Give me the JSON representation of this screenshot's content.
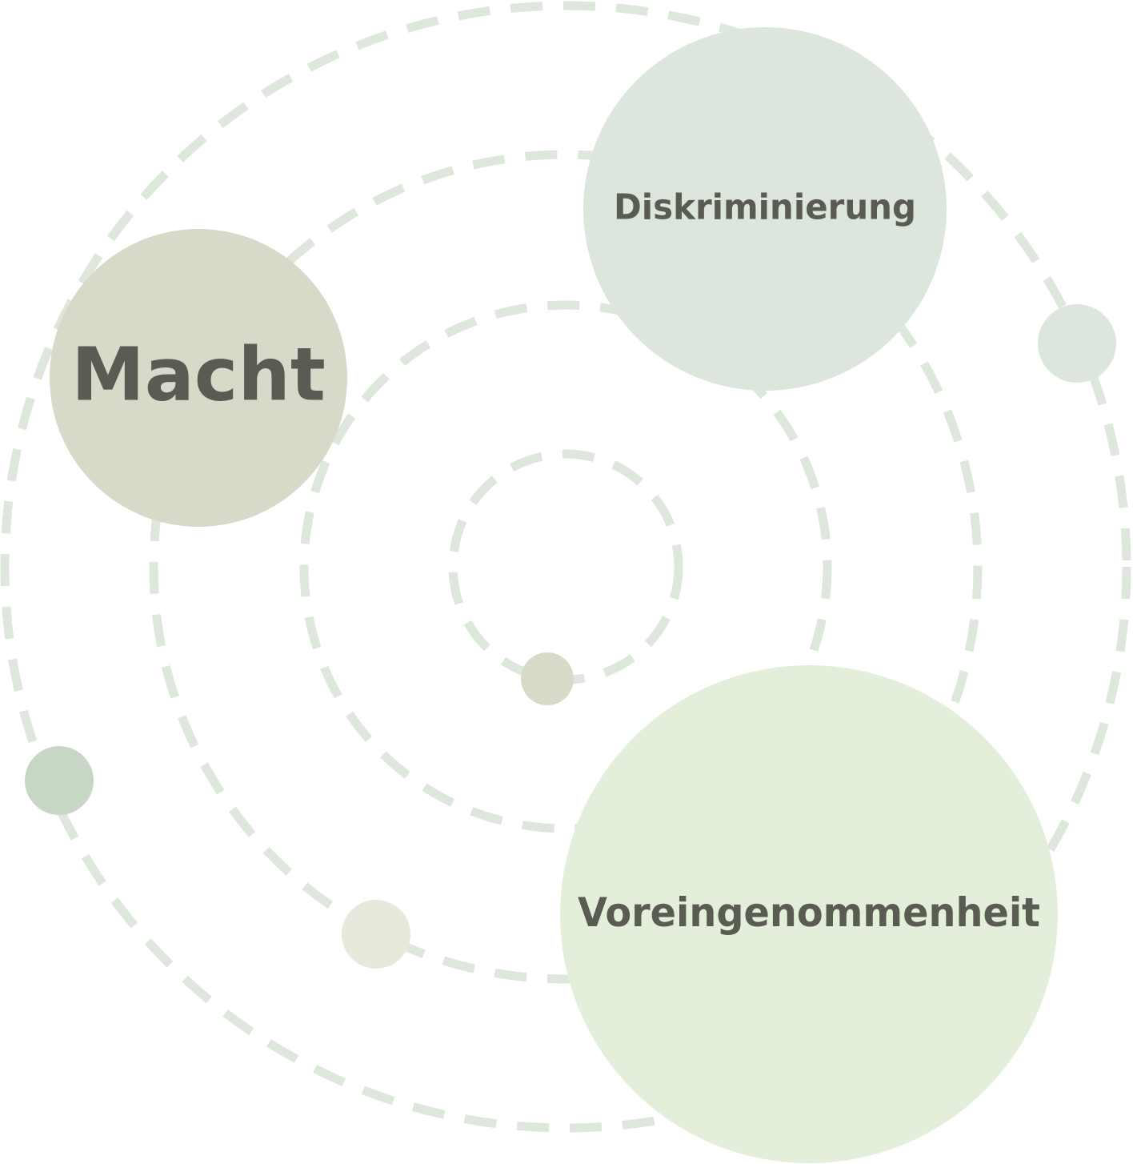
{
  "colors": {
    "background": "#ffffff",
    "orbit": "#dde7db",
    "text": "#5a5b53",
    "macht": "#d8d9c8",
    "diskriminierung": "#dde6dc",
    "voreingenommenheit": "#e3efda",
    "dot_right": "#dde6dc",
    "dot_center": "#d8d9c8",
    "dot_left": "#c8d6c6",
    "dot_bottom": "#e8e9dc"
  },
  "nodes": {
    "macht": {
      "label": "Macht"
    },
    "diskriminierung": {
      "label": "Diskriminierung"
    },
    "voreingenommenheit": {
      "label": "Voreingenommenheit"
    }
  }
}
